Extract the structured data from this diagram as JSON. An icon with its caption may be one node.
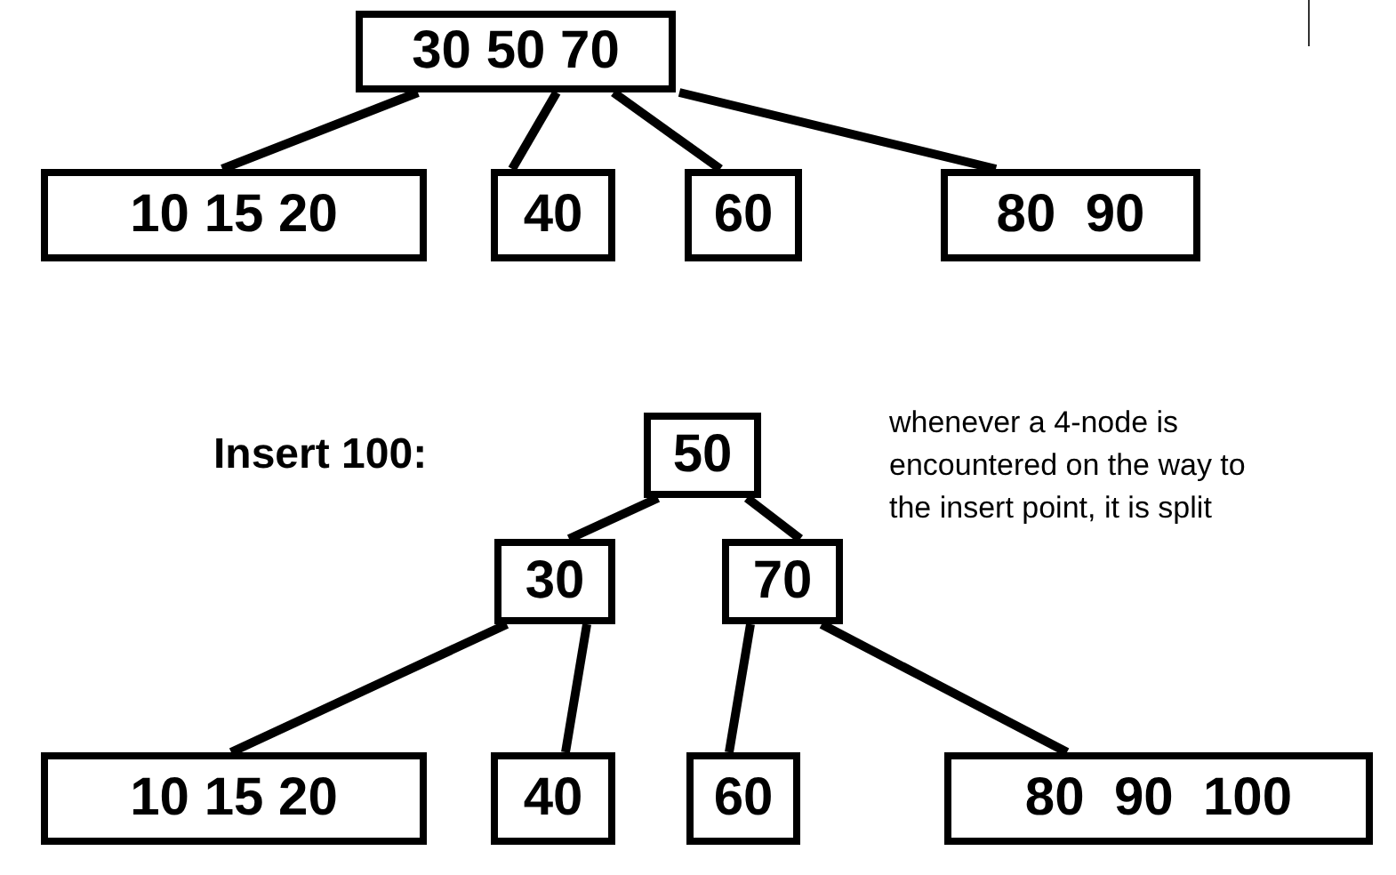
{
  "diagram": {
    "nodes": [
      {
        "text": [
          "30 50 70"
        ]
      },
      {
        "text": [
          "10 15 20"
        ]
      },
      {
        "text": [
          "40"
        ]
      },
      {
        "text": [
          "60"
        ]
      },
      {
        "text": [
          "80  90"
        ]
      },
      {
        "text": [
          "50"
        ]
      },
      {
        "text": [
          "30"
        ]
      },
      {
        "text": [
          "70"
        ]
      },
      {
        "text": [
          "10 15 20"
        ]
      },
      {
        "text": [
          "40"
        ]
      },
      {
        "text": [
          "60"
        ]
      },
      {
        "text": [
          "80  90  100"
        ]
      }
    ],
    "edges": [
      {
        "from": 0,
        "to": 1,
        "arrow": "none"
      },
      {
        "from": 0,
        "to": 2,
        "arrow": "none"
      },
      {
        "from": 0,
        "to": 3,
        "arrow": "none"
      },
      {
        "from": 0,
        "to": 4,
        "arrow": "none"
      },
      {
        "from": 5,
        "to": 6,
        "arrow": "none"
      },
      {
        "from": 5,
        "to": 7,
        "arrow": "none"
      },
      {
        "from": 6,
        "to": 8,
        "arrow": "none"
      },
      {
        "from": 6,
        "to": 9,
        "arrow": "none"
      },
      {
        "from": 7,
        "to": 10,
        "arrow": "none"
      },
      {
        "from": 7,
        "to": 11,
        "arrow": "none"
      }
    ],
    "labels": [
      "Insert 100:",
      "whenever a 4-node is encountered on the way to the insert point, it is split"
    ]
  }
}
